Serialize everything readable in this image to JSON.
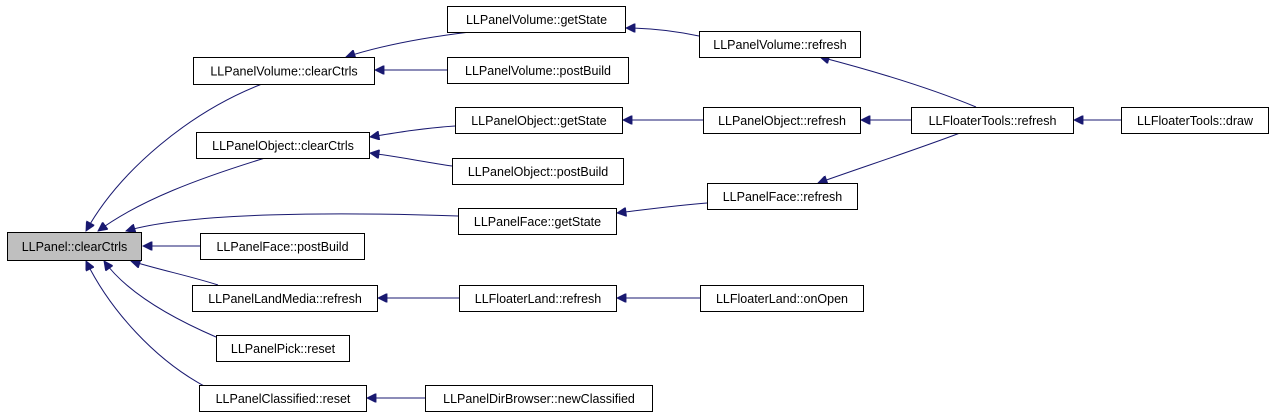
{
  "diagram": {
    "colors": {
      "edge": "#191970",
      "arrow": "#191970",
      "node_border": "#000000",
      "node_fill": "#ffffff",
      "root_fill": "#bfbfbf"
    },
    "nodes": [
      {
        "id": "panel_clearctrls",
        "label": "LLPanel::clearCtrls",
        "root": true
      },
      {
        "id": "vol_clear",
        "label": "LLPanelVolume::clearCtrls"
      },
      {
        "id": "vol_getstate",
        "label": "LLPanelVolume::getState"
      },
      {
        "id": "vol_postbuild",
        "label": "LLPanelVolume::postBuild"
      },
      {
        "id": "vol_refresh",
        "label": "LLPanelVolume::refresh"
      },
      {
        "id": "obj_clear",
        "label": "LLPanelObject::clearCtrls"
      },
      {
        "id": "obj_getstate",
        "label": "LLPanelObject::getState"
      },
      {
        "id": "obj_postbuild",
        "label": "LLPanelObject::postBuild"
      },
      {
        "id": "obj_refresh",
        "label": "LLPanelObject::refresh"
      },
      {
        "id": "tools_refresh",
        "label": "LLFloaterTools::refresh"
      },
      {
        "id": "tools_draw",
        "label": "LLFloaterTools::draw"
      },
      {
        "id": "face_getstate",
        "label": "LLPanelFace::getState"
      },
      {
        "id": "face_refresh",
        "label": "LLPanelFace::refresh"
      },
      {
        "id": "face_postbuild",
        "label": "LLPanelFace::postBuild"
      },
      {
        "id": "landmedia_refresh",
        "label": "LLPanelLandMedia::refresh"
      },
      {
        "id": "floaterland_refresh",
        "label": "LLFloaterLand::refresh"
      },
      {
        "id": "floaterland_onopen",
        "label": "LLFloaterLand::onOpen"
      },
      {
        "id": "pick_reset",
        "label": "LLPanelPick::reset"
      },
      {
        "id": "classified_reset",
        "label": "LLPanelClassified::reset"
      },
      {
        "id": "dirbrowser_newclassified",
        "label": "LLPanelDirBrowser::newClassified"
      }
    ],
    "edges": [
      {
        "from": "vol_clear",
        "to": "panel_clearctrls"
      },
      {
        "from": "obj_clear",
        "to": "panel_clearctrls"
      },
      {
        "from": "face_getstate",
        "to": "panel_clearctrls"
      },
      {
        "from": "face_postbuild",
        "to": "panel_clearctrls"
      },
      {
        "from": "landmedia_refresh",
        "to": "panel_clearctrls"
      },
      {
        "from": "pick_reset",
        "to": "panel_clearctrls"
      },
      {
        "from": "classified_reset",
        "to": "panel_clearctrls"
      },
      {
        "from": "vol_getstate",
        "to": "vol_clear"
      },
      {
        "from": "vol_postbuild",
        "to": "vol_clear"
      },
      {
        "from": "vol_refresh",
        "to": "vol_getstate"
      },
      {
        "from": "tools_refresh",
        "to": "vol_refresh"
      },
      {
        "from": "obj_getstate",
        "to": "obj_clear"
      },
      {
        "from": "obj_postbuild",
        "to": "obj_clear"
      },
      {
        "from": "obj_refresh",
        "to": "obj_getstate"
      },
      {
        "from": "tools_refresh",
        "to": "obj_refresh"
      },
      {
        "from": "tools_draw",
        "to": "tools_refresh"
      },
      {
        "from": "tools_refresh",
        "to": "face_refresh"
      },
      {
        "from": "face_refresh",
        "to": "face_getstate"
      },
      {
        "from": "floaterland_refresh",
        "to": "landmedia_refresh"
      },
      {
        "from": "floaterland_onopen",
        "to": "floaterland_refresh"
      },
      {
        "from": "dirbrowser_newclassified",
        "to": "classified_reset"
      }
    ]
  }
}
